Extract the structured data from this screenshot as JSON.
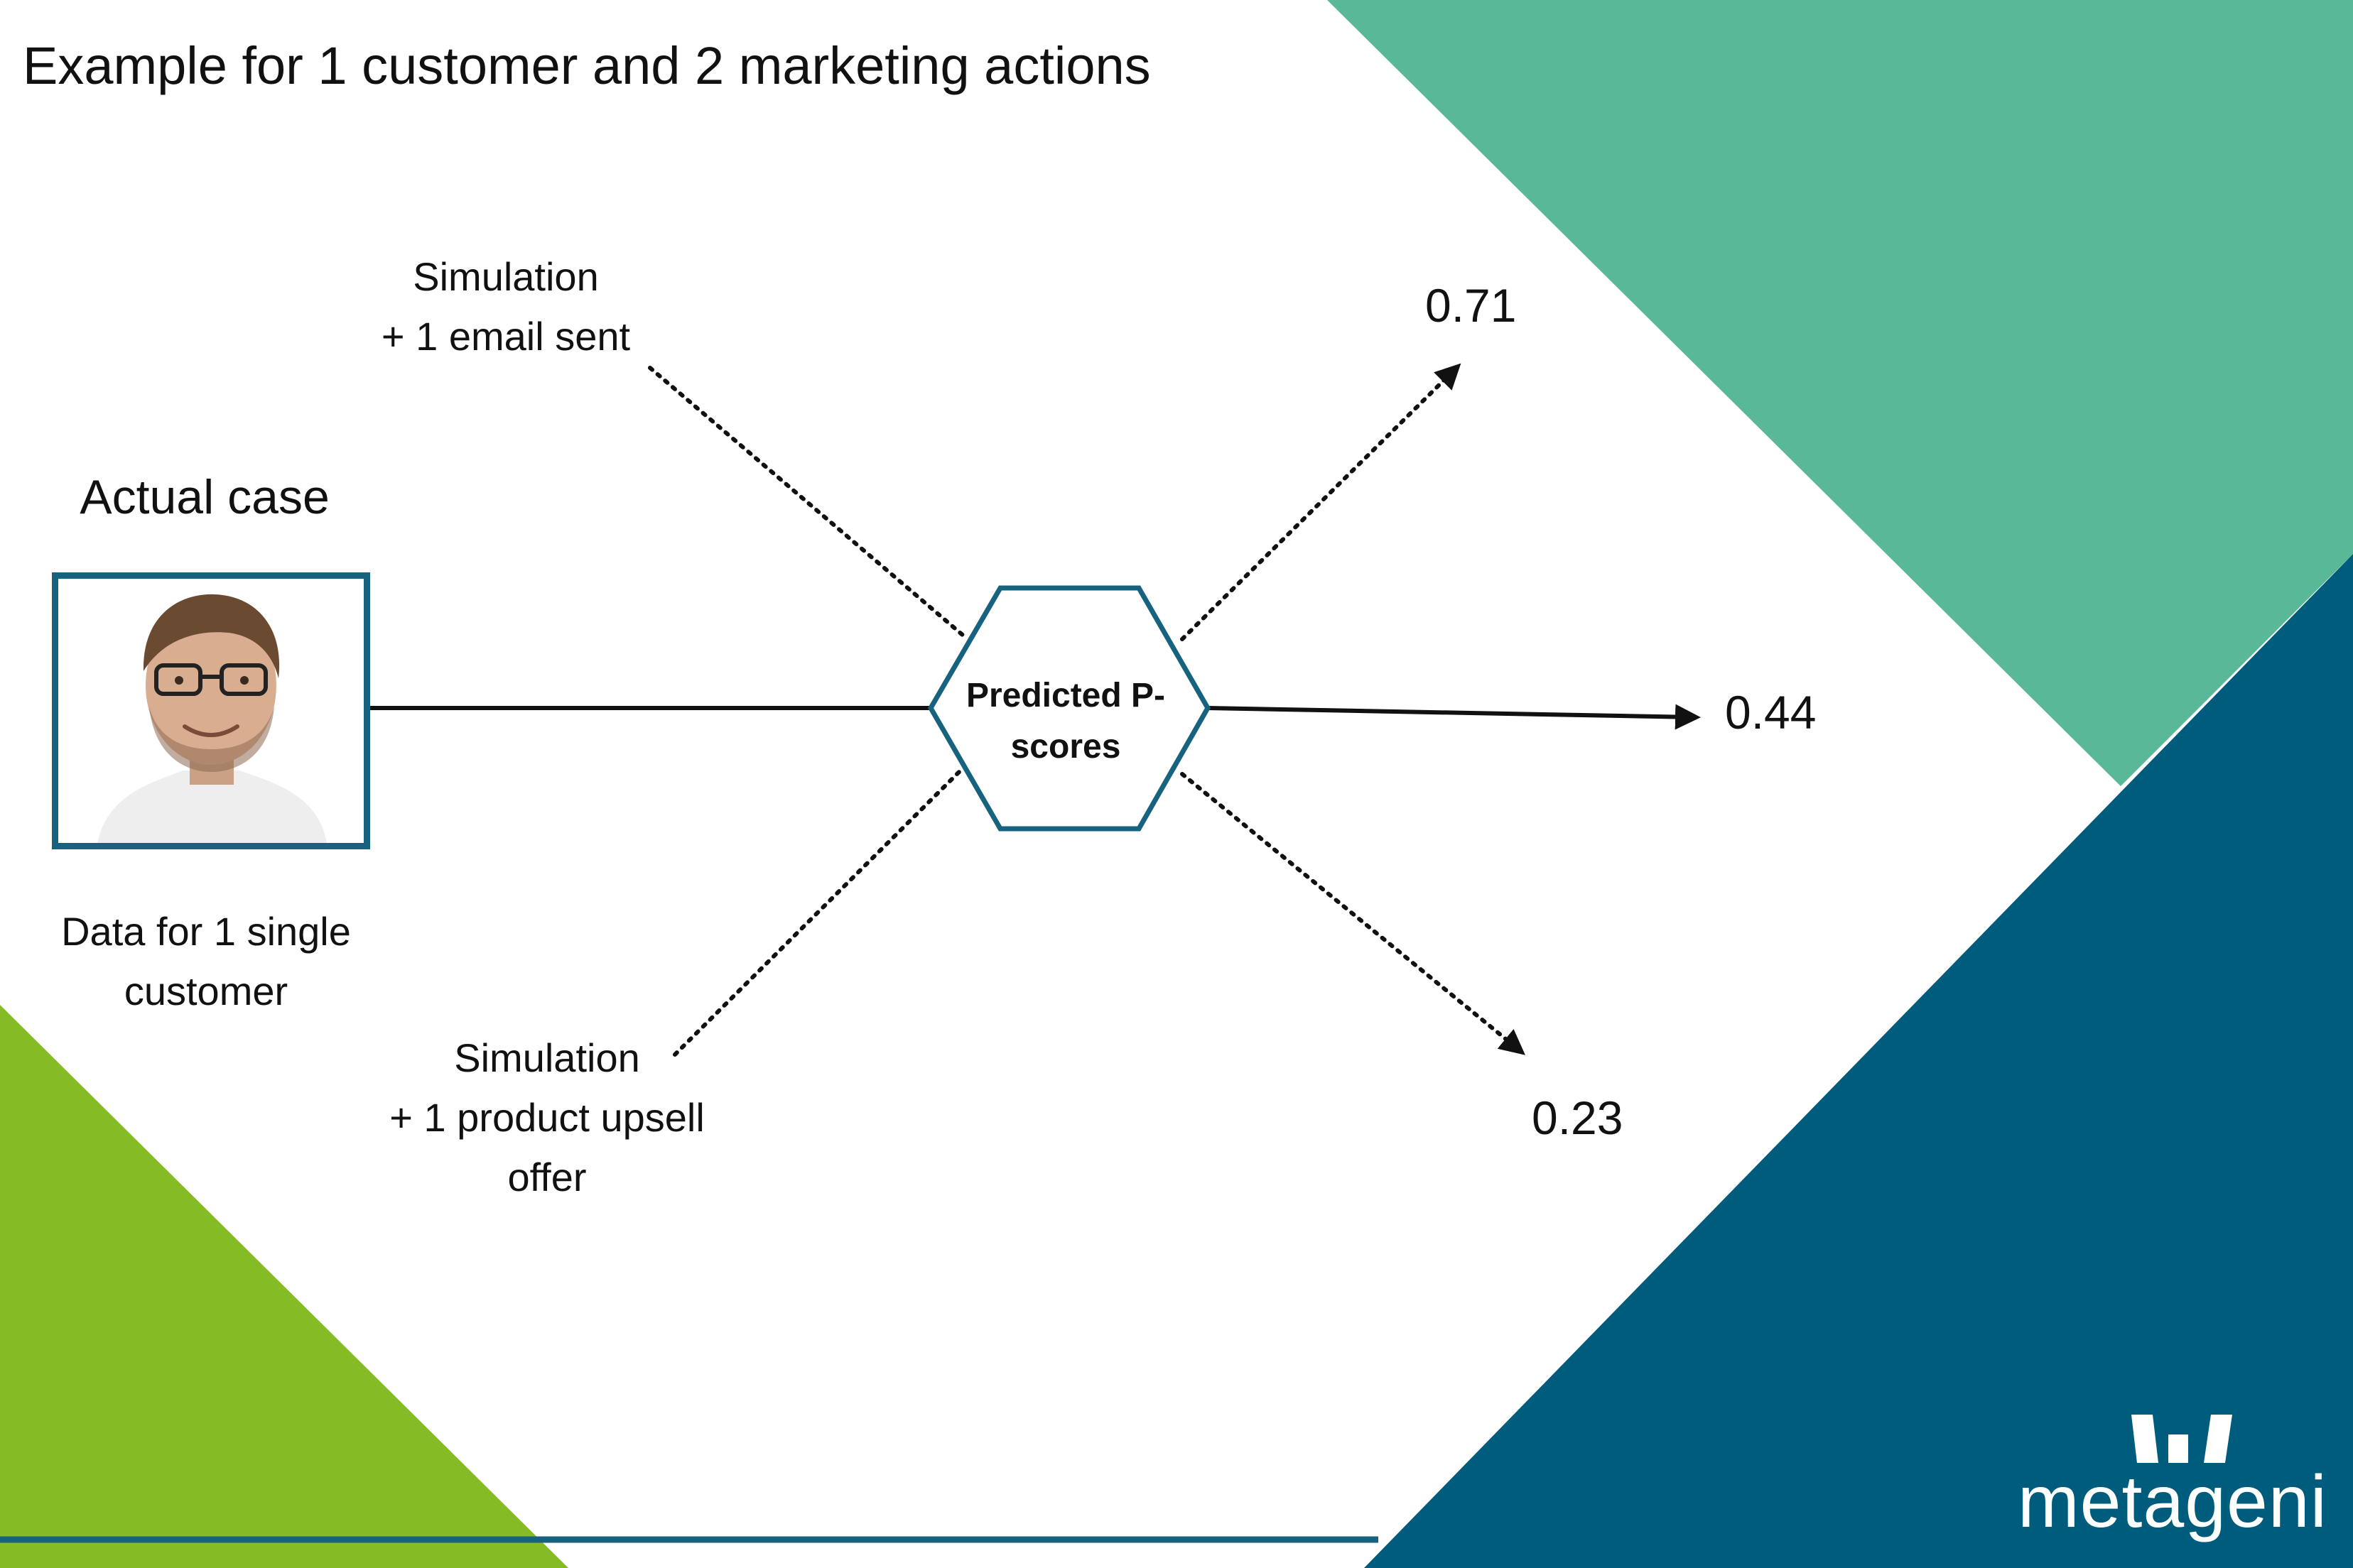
{
  "title": "Example for 1 customer and 2 marketing actions",
  "actual_case_heading": "Actual case",
  "customer_caption": [
    "Data for 1 single",
    "customer"
  ],
  "simulation_email": [
    "Simulation",
    "+ 1 email sent"
  ],
  "simulation_upsell": [
    "Simulation",
    "+ 1 product upsell",
    "offer"
  ],
  "hub_label": [
    "Predicted P-",
    "scores"
  ],
  "scores": {
    "email": "0.71",
    "actual": "0.44",
    "upsell": "0.23"
  },
  "brand": {
    "name": "metageni"
  },
  "colors": {
    "teal_green": "#58b898",
    "dark_blue": "#005c7d",
    "lime_green": "#85bb25",
    "frame_blue": "#17627f"
  }
}
